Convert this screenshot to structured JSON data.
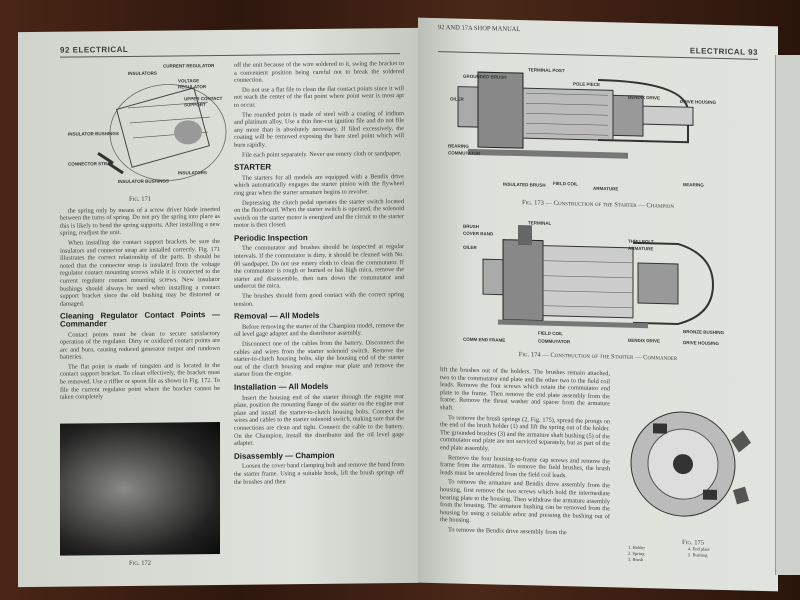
{
  "left_page": {
    "header": "92 ELECTRICAL",
    "fig171": {
      "caption": "Fig. 171",
      "labels": [
        "Insulators",
        "Current Regulator",
        "Voltage Regulator",
        "Upper Contact Support",
        "Insulator Bushings",
        "Connector Strap",
        "Insulator Bushings",
        "Insulators"
      ]
    },
    "col1": [
      "the spring only by means of a screw driver blade inserted between the turns of spring. Do not pry the spring into place as this is likely to bend the spring supports. After installing a new spring, readjust the unit.",
      "When installing the contact support brackets be sure the insulators and connector strap are installed correctly. Fig. 171 illustrates the correct relationship of the parts. It should be noted that the connector strap is insulated from the voltage regulator contact mounting screws while it is connected to the current regulator contact mounting screws. New insulator bushings should always be used when installing a contact support bracket since the old bushing may be distorted or damaged."
    ],
    "heading_cleaning": "Cleaning Regulator Contact Points — Commander",
    "col1b": [
      "Contact points must be clean to secure satisfactory operation of the regulator. Dirty or oxidized contact points are arc and burn, causing reduced generator output and rundown batteries.",
      "The flat point is made of tungsten and is located in the contact support bracket. To clean effectively, the bracket must be removed. Use a riffler or spoon file as shown in Fig. 172. To file the current regulator point where the bracket cannot be taken completely"
    ],
    "fig172": {
      "caption": "Fig. 172"
    },
    "col2": [
      "off the unit because of the wire soldered to it, swing the bracket to a convenient position being careful not to break the soldered connection.",
      "Do not use a flat file to clean the flat contact points since it will not reach the center of the flat point where point wear is most apt to occur.",
      "The rounded point is made of steel with a coating of iridium and platinum alloy. Use a thin fine-cut ignition file and do not file any more than is absolutely necessary. If filed excessively, the coating will be removed exposing the bare steel point which will burn rapidly.",
      "File each point separately. Never use emery cloth or sandpaper."
    ],
    "heading_starter": "STARTER",
    "starter": [
      "The starters for all models are equipped with a Bendix drive which automatically engages the starter pinion with the flywheel ring gear when the starter armature begins to revolve.",
      "Depressing the clutch pedal operates the starter switch located on the floorboard. When the starter switch is operated, the solenoid switch on the starter motor is energized and the circuit to the starter motor is then closed."
    ],
    "heading_periodic": "Periodic Inspection",
    "periodic": [
      "The commutator and brushes should be inspected at regular intervals. If the commutator is dirty, it should be cleaned with No. 00 sandpaper. Do not use emery cloth to clean the commutator. If the commutator is rough or burned or has high mica, remove the starter and disassemble, then turn down the commutator and undercut the mica.",
      "The brushes should form good contact with the correct spring tension."
    ],
    "heading_removal": "Removal — All Models",
    "removal": [
      "Before removing the starter of the Champion model, remove the oil level gage adapter and the distributor assembly.",
      "Disconnect one of the cables from the battery. Disconnect the cables and wires from the starter solenoid switch. Remove the starter-to-clutch housing bolts, slip the housing end of the starter out of the clutch housing and engine rear plate and remove the starter from the engine."
    ],
    "heading_installation": "Installation — All Models",
    "installation": [
      "Insert the housing end of the starter through the engine rear plate, position the mounting flange of the starter on the engine rear plate and install the starter-to-clutch housing bolts. Connect the wires and cables to the starter solenoid switch, making sure that the connections are clean and tight. Connect the cable to the battery. On the Champion, install the distributor and the oil level gage adapter."
    ],
    "heading_disassembly": "Disassembly — Champion",
    "disassembly": [
      "Loosen the cover band clamping bolt and remove the band from the starter frame. Using a suitable hook, lift the brush springs off the brushes and then"
    ]
  },
  "right_page": {
    "header_left": "92 AND 17A SHOP MANUAL",
    "header_right": "ELECTRICAL 93",
    "fig173": {
      "caption": "Fig. 173 — Construction of the Starter — Champion",
      "labels": [
        "Grounded Brush",
        "Oiler",
        "Bearing",
        "Commutator",
        "Terminal Post",
        "Pole Piece",
        "Bendix Drive",
        "Drive Housing",
        "Insulated Brush",
        "Field Coil",
        "Armature",
        "Bearing"
      ]
    },
    "fig174": {
      "caption": "Fig. 174 — Construction of the Starter — Commander",
      "labels": [
        "Brush",
        "Cover Band",
        "Oiler",
        "Terminal",
        "Thru Bolt",
        "Armature",
        "Comm End Frame",
        "Field Coil",
        "Commutator",
        "Bendix Drive",
        "Bronze Bushing",
        "Drive Housing"
      ]
    },
    "col1": [
      "lift the brushes out of the holders. The brushes remain attached, two to the commutator end plate and the other two to the field coil leads. Remove the four screws which retain the commutator end plate to the frame. Then remove the end plate assembly from the frame. Remove the thrust washer and spacer from the armature shaft.",
      "To remove the brush springs (2, Fig. 175), spread the prongs on the end of the brush holder (1) and lift the spring out of the holder. The grounded brushes (3) and the armature shaft bushing (5) of the commutator end plate are not serviced separately, but as part of the end plate assembly.",
      "Remove the four housing-to-frame cap screws and remove the frame from the armature. To remove the field brushes, the brush leads must be unsoldered from the field coil leads.",
      "To remove the armature and Bendix drive assembly from the housing, first remove the two screws which hold the intermediate bearing plate to the housing. Then withdraw the armature assembly from the housing. The armature bushing can be removed from the housing by using a suitable arbor and pressing the bushing out of the housing.",
      "To remove the Bendix drive assembly from the"
    ],
    "fig175": {
      "caption": "Fig. 175",
      "legend": [
        "1. Holder",
        "2. Spring",
        "3. Brush",
        "4. End plate",
        "5. Bushing"
      ]
    }
  }
}
